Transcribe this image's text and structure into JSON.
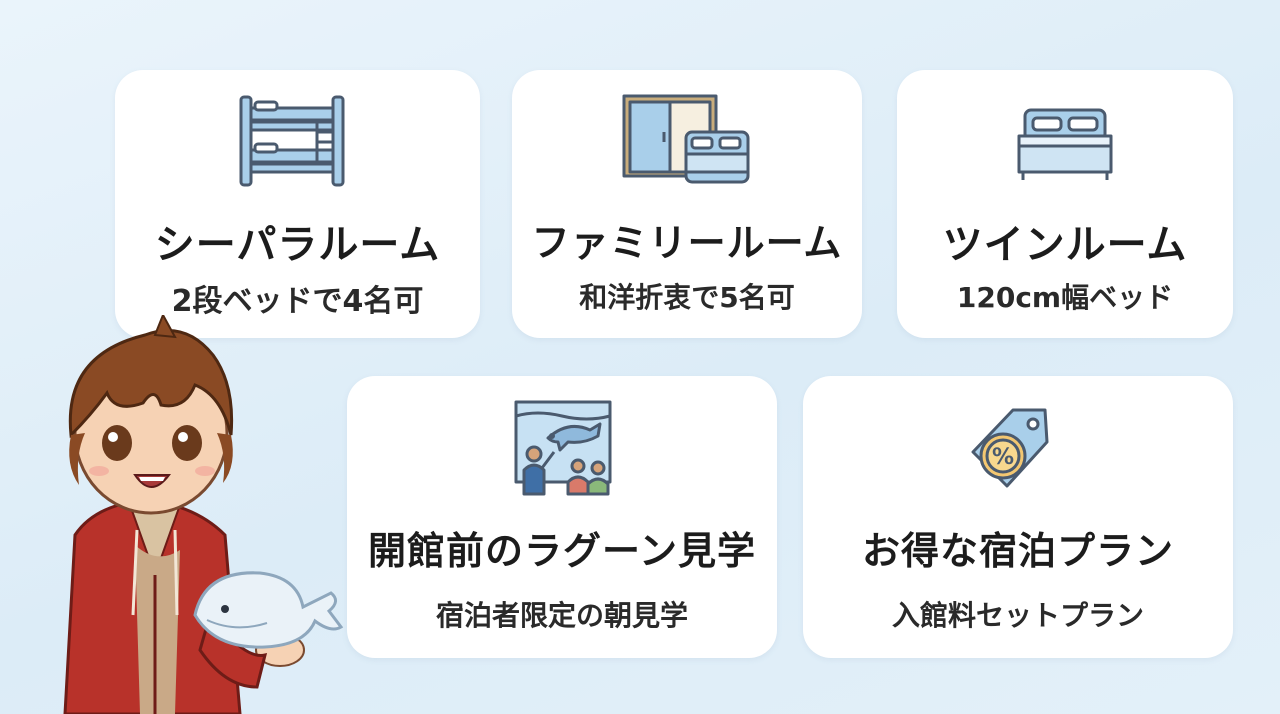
{
  "cards": [
    {
      "id": "seapara",
      "icon": "bunk-bed-icon",
      "title": "シーパラルーム",
      "subtitle": "2段ベッドで4名可"
    },
    {
      "id": "family",
      "icon": "japanese-western-room-icon",
      "title": "ファミリールーム",
      "subtitle": "和洋折衷で5名可"
    },
    {
      "id": "twin",
      "icon": "double-bed-icon",
      "title": "ツインルーム",
      "subtitle": "120cm幅ベッド"
    },
    {
      "id": "lagoon",
      "icon": "aquarium-dolphin-icon",
      "title": "開館前のラグーン見学",
      "subtitle": "宿泊者限定の朝見学"
    },
    {
      "id": "plan",
      "icon": "discount-tag-icon",
      "title": "お得な宿泊プラン",
      "subtitle": "入館料セットプラン"
    }
  ],
  "colors": {
    "background": "#e3f0f9",
    "card": "#ffffff",
    "icon_blue": "#a9cfea",
    "icon_outline": "#4a5a6e",
    "text": "#1c1c1c",
    "hoodie_red": "#b8322a",
    "hair_brown": "#8a4a24"
  }
}
